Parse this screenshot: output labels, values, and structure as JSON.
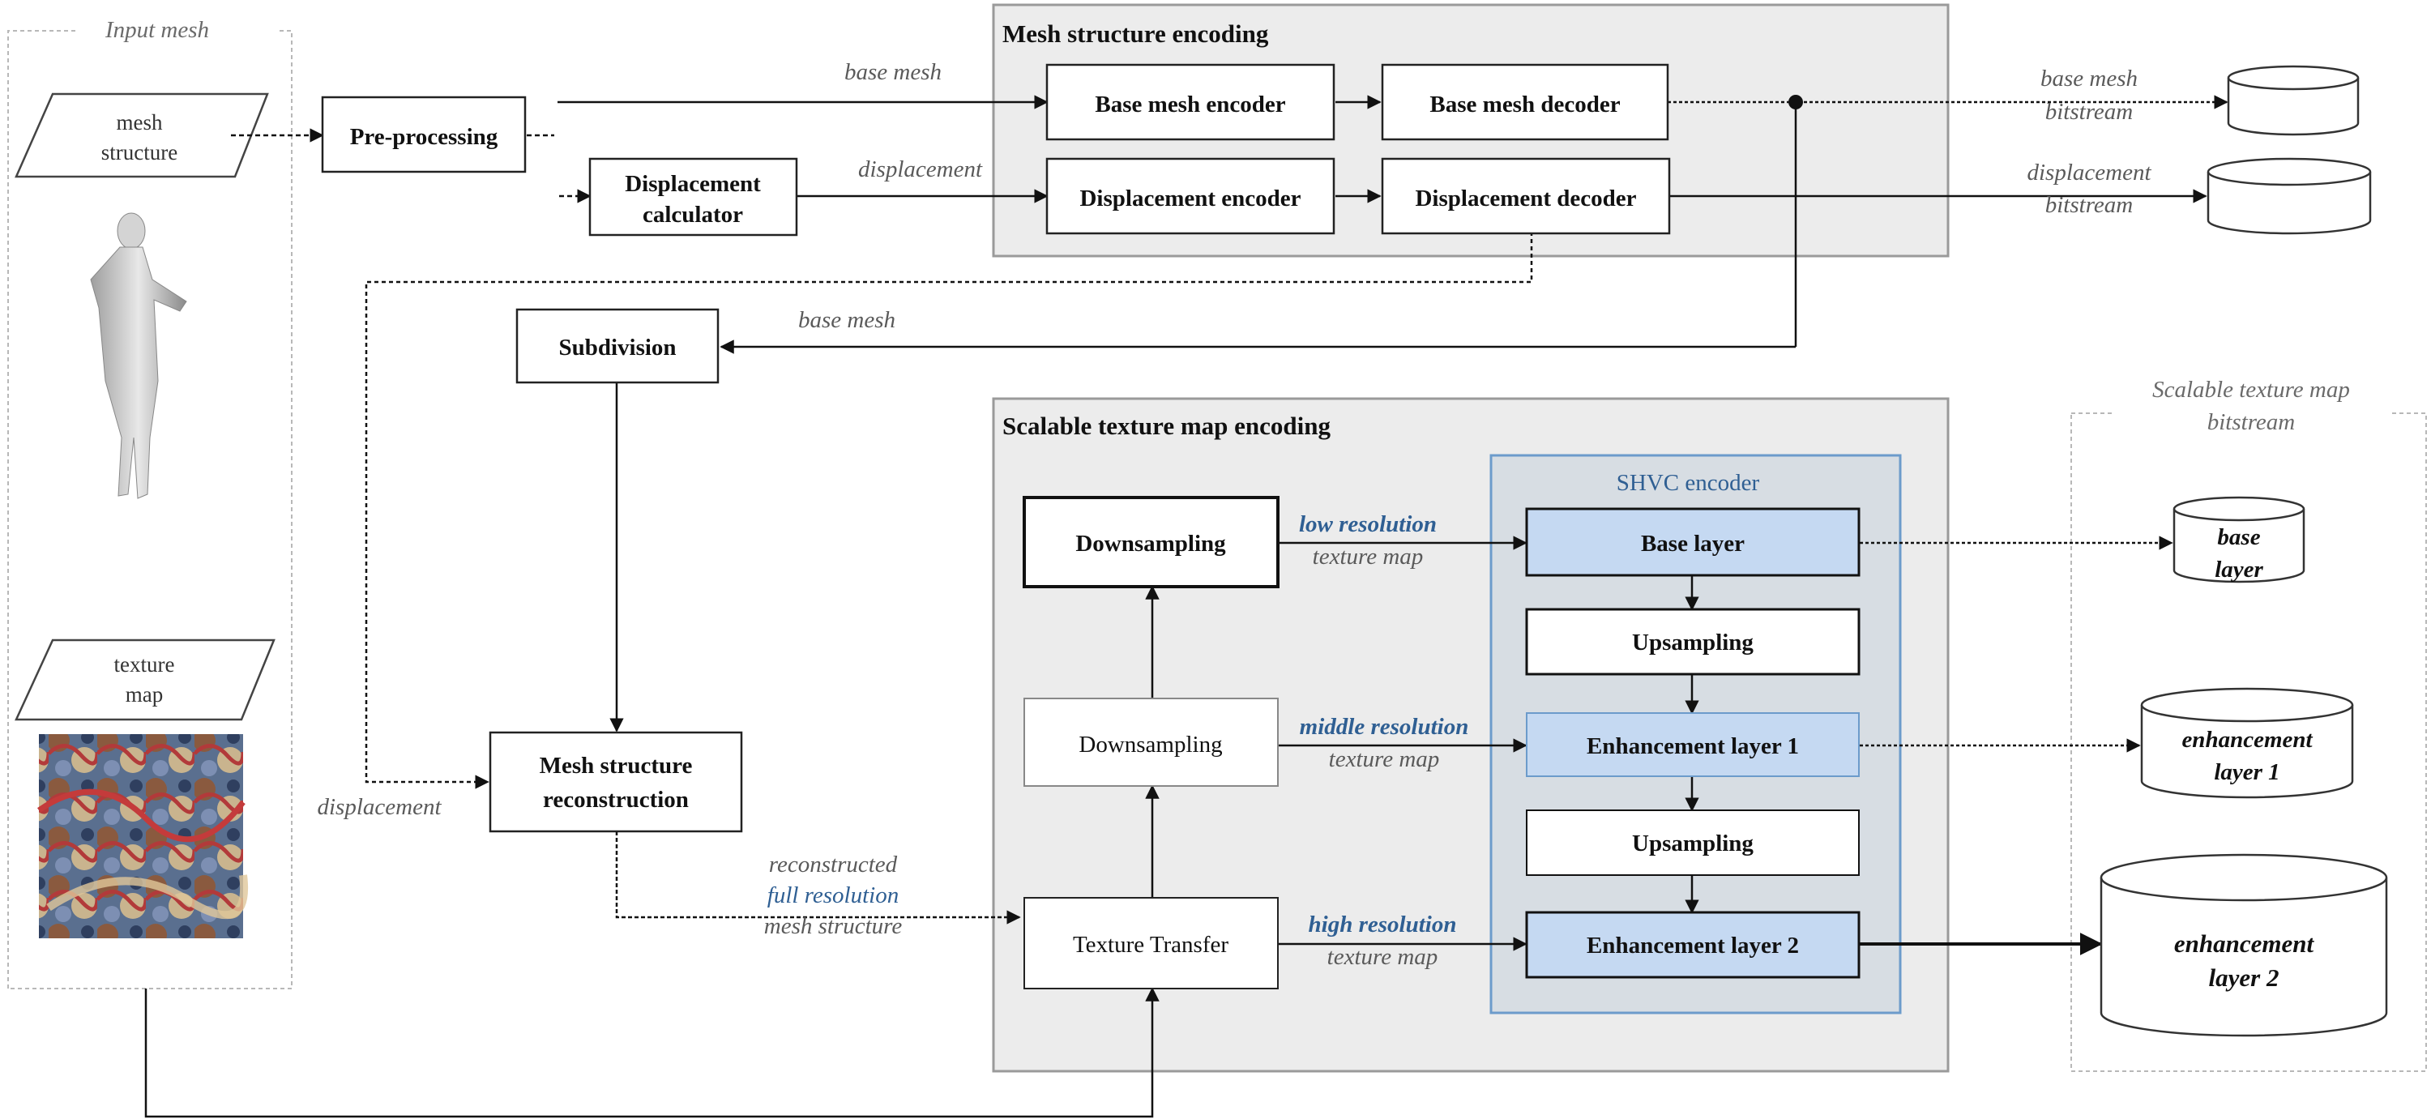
{
  "colors": {
    "panel_fill": "#ececec",
    "panel_stroke": "#9a9a9a",
    "shvc_fill": "#d7dde3",
    "shvc_stroke": "#6c9bcb",
    "layer_fill": "#c5d9f2",
    "blue_text": "#2f5f93",
    "gray_text": "#5a5a5a"
  },
  "icons": {
    "human": "human-figure-render",
    "texture": "texture-map-thumbnail"
  },
  "labels": {
    "input_mesh": "Input mesh",
    "mesh_structure_encoding": "Mesh structure encoding",
    "scalable_texture_encoding": "Scalable texture map encoding",
    "shvc_encoder": "SHVC encoder",
    "scalable_bitstream_1": "Scalable texture map",
    "scalable_bitstream_2": "bitstream"
  },
  "inputs": {
    "mesh_1": "mesh",
    "mesh_2": "structure",
    "texture_1": "texture",
    "texture_2": "map"
  },
  "boxes": {
    "preprocessing": "Pre-processing",
    "displacement_calc_1": "Displacement",
    "displacement_calc_2": "calculator",
    "base_mesh_encoder": "Base mesh encoder",
    "base_mesh_decoder": "Base mesh decoder",
    "displacement_encoder": "Displacement encoder",
    "displacement_decoder": "Displacement decoder",
    "subdivision": "Subdivision",
    "mesh_recon_1": "Mesh structure",
    "mesh_recon_2": "reconstruction",
    "downsampling_top": "Downsampling",
    "downsampling_mid": "Downsampling",
    "texture_transfer": "Texture Transfer",
    "base_layer": "Base layer",
    "upsampling_1": "Upsampling",
    "enhancement_layer_1": "Enhancement layer 1",
    "upsampling_2": "Upsampling",
    "enhancement_layer_2": "Enhancement layer 2"
  },
  "edge_labels": {
    "base_mesh_top": "base mesh",
    "displacement_top": "displacement",
    "base_mesh_bitstream_1": "base mesh",
    "base_mesh_bitstream_2": "bitstream",
    "displacement_bitstream_1": "displacement",
    "displacement_bitstream_2": "bitstream",
    "base_mesh_back": "base mesh",
    "displacement_left": "displacement",
    "recon_1": "reconstructed",
    "recon_2": "full resolution",
    "recon_3": "mesh structure",
    "low_res_1": "low resolution",
    "low_res_2": "texture map",
    "mid_res_1": "middle resolution",
    "mid_res_2": "texture map",
    "high_res_1": "high resolution",
    "high_res_2": "texture map"
  },
  "bitstreams": {
    "base_layer_1": "base",
    "base_layer_2": "layer",
    "enh1_1": "enhancement",
    "enh1_2": "layer 1",
    "enh2_1": "enhancement",
    "enh2_2": "layer 2"
  }
}
